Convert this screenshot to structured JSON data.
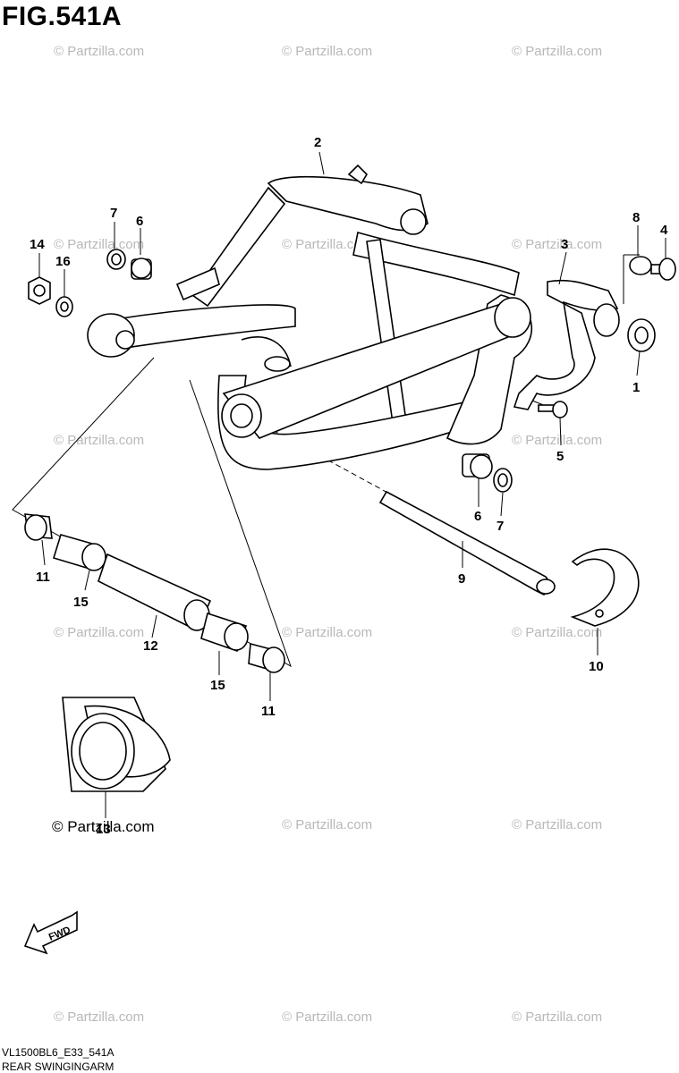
{
  "figure": {
    "title": "FIG.541A",
    "code": "VL1500BL6_E33_541A",
    "caption": "REAR SWINGINGARM"
  },
  "watermarks": {
    "text": "© Partzilla.com",
    "prominent": "© Partzilla.com"
  },
  "fwd_label": "FWD",
  "callouts": {
    "c1": "1",
    "c2": "2",
    "c3": "3",
    "c4": "4",
    "c5": "5",
    "c6a": "6",
    "c6b": "6",
    "c7a": "7",
    "c7b": "7",
    "c8": "8",
    "c9": "9",
    "c10": "10",
    "c11a": "11",
    "c11b": "11",
    "c12": "12",
    "c13": "13",
    "c14": "14",
    "c15a": "15",
    "c15b": "15",
    "c16": "16"
  }
}
